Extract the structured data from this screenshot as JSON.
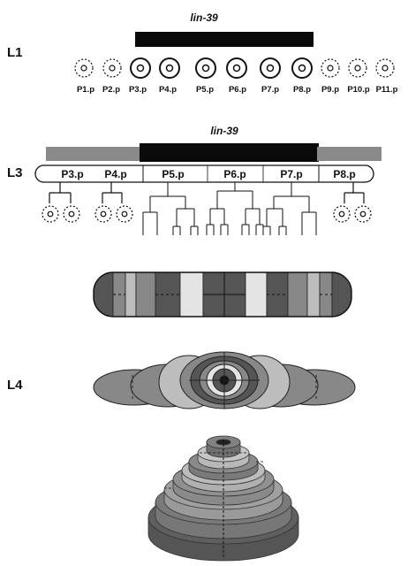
{
  "stages": {
    "l1": "L1",
    "l3": "L3",
    "l4": "L4"
  },
  "genes": {
    "top": "lin-39",
    "mid": "lin-39"
  },
  "l1_cells": [
    {
      "label": "P1.p",
      "solid": false
    },
    {
      "label": "P2.p",
      "solid": false
    },
    {
      "label": "P3.p",
      "solid": true
    },
    {
      "label": "P4.p",
      "solid": true
    },
    {
      "label": "P5.p",
      "solid": true
    },
    {
      "label": "P6.p",
      "solid": true
    },
    {
      "label": "P7.p",
      "solid": true
    },
    {
      "label": "P8.p",
      "solid": true
    },
    {
      "label": "P9.p",
      "solid": false
    },
    {
      "label": "P10.p",
      "solid": false
    },
    {
      "label": "P11.p",
      "solid": false
    }
  ],
  "l3_cells": [
    "P3.p",
    "P4.p",
    "P5.p",
    "P6.p",
    "P7.p",
    "P8.p"
  ],
  "colors": {
    "bar_black": "#0a0a0a",
    "bar_grey": "#8a8a8a",
    "band_dark": "#555555",
    "band_mid": "#888888",
    "band_light": "#bdbdbd",
    "band_pale": "#e4e4e4"
  }
}
